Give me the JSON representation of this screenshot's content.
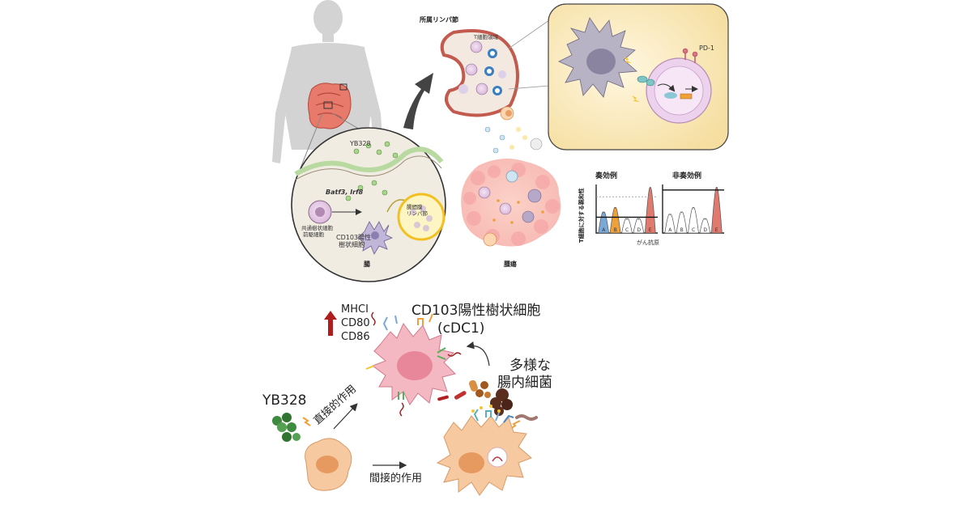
{
  "top_panel": {
    "lymph_node_label": "所属リンパ節",
    "t_cell_label": "T細胞領域",
    "pd1_label": "PD-1",
    "yb328_label": "YB328",
    "gene_label": "Batf3, Irf8",
    "precursor_label_line1": "共通樹状細胞",
    "precursor_label_line2": "前駆細胞",
    "cdc_label_line1": "CD103陽性",
    "cdc_label_line2": "樹状細胞",
    "mesenteric_label_line1": "腸間膜",
    "mesenteric_label_line2": "リンパ節",
    "intestine_label": "腸",
    "tumor_label": "腫瘍"
  },
  "chart_titles": {
    "responder": "奏効例",
    "nonresponder": "非奏効例",
    "ylabel": "T細胞に対する親和性",
    "xlabel": "がん抗原"
  },
  "chart_data": [
    {
      "type": "bar",
      "title": "奏効例",
      "categories": [
        "A",
        "B",
        "C",
        "D",
        "E"
      ],
      "values": [
        0.45,
        0.55,
        0.3,
        0.3,
        1.0
      ],
      "threshold": 0.35,
      "dashed_line": 0.8,
      "colors": [
        "#7aa9d8",
        "#f0a03a",
        "#ffffff",
        "#ffffff",
        "#e07a6e"
      ],
      "xlabel": "がん抗原",
      "ylabel": "T細胞に対する親和性"
    },
    {
      "type": "bar",
      "title": "非奏効例",
      "categories": [
        "A",
        "B",
        "C",
        "D",
        "E"
      ],
      "values": [
        0.4,
        0.45,
        0.55,
        0.3,
        1.0
      ],
      "threshold": 0.95,
      "colors": [
        "#ffffff",
        "#ffffff",
        "#ffffff",
        "#ffffff",
        "#e07a6e"
      ],
      "xlabel": "がん抗原",
      "ylabel": "T細胞に対する親和性"
    }
  ],
  "bottom_panel": {
    "markers": [
      "MHCI",
      "CD80",
      "CD86"
    ],
    "cdc1_title_line1": "CD103陽性樹状細胞",
    "cdc1_title_line2": "(cDC1)",
    "bacteria_line1": "多様な",
    "bacteria_line2": "腸内細菌",
    "yb328": "YB328",
    "direct_action": "直接的作用",
    "indirect_action": "間接的作用"
  },
  "colors": {
    "tumor": "#f6b5b5",
    "dc_pink": "#f4b8c2",
    "dc_peach": "#f6c9a0",
    "intestine": "#e77a6a",
    "body": "#d3d3d3",
    "arrow_up": "#b01d1d",
    "bacteria_dark": "#5a2e1f"
  }
}
